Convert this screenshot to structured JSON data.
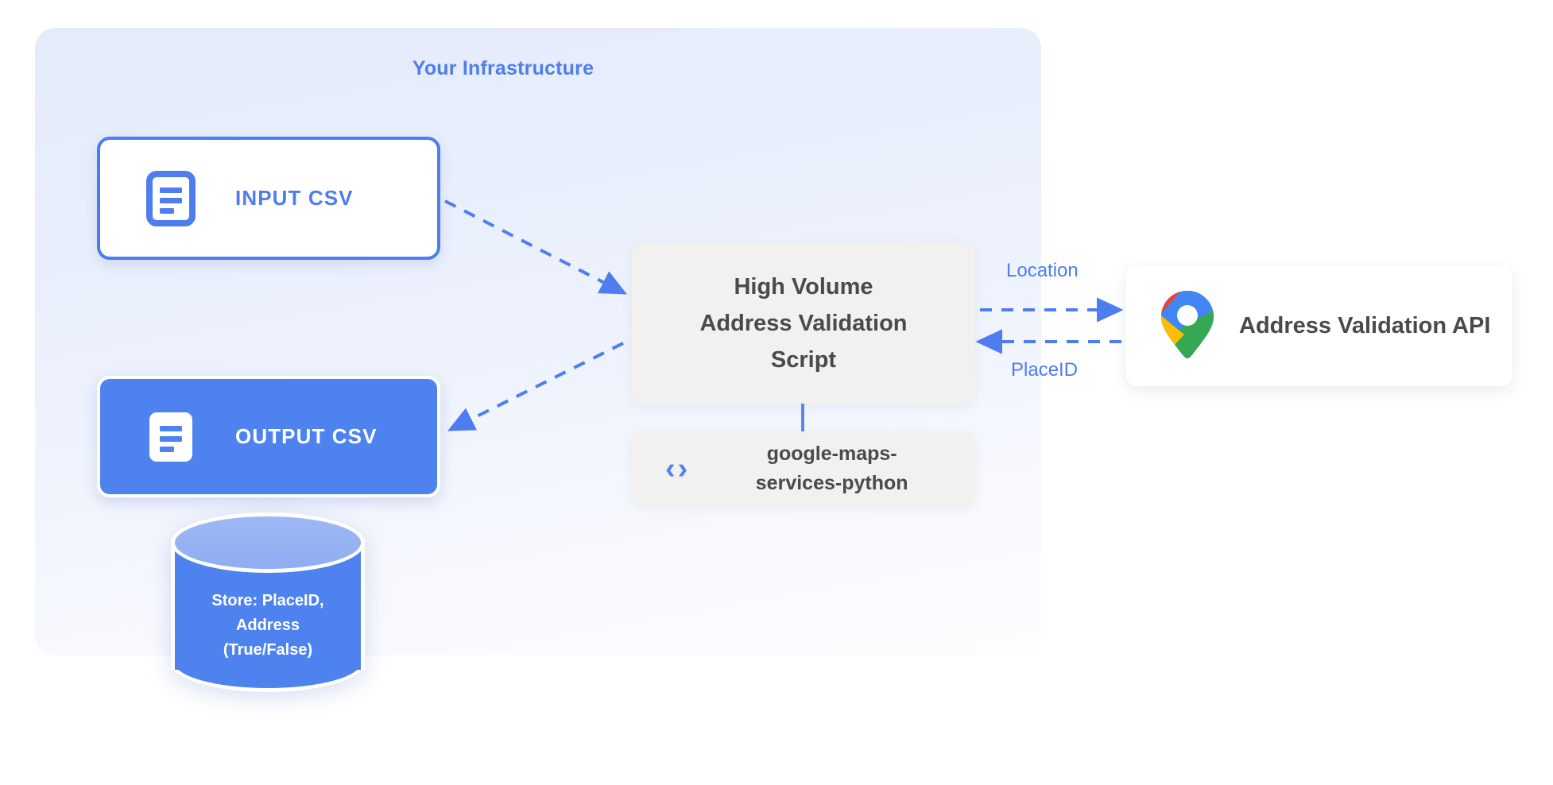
{
  "panel": {
    "title": "Your Infrastructure",
    "accent_color": "#4e7df0",
    "background_gradient_from": "#e4ebfb",
    "background_gradient_to": "#fdfdff"
  },
  "nodes": {
    "input_csv": {
      "label": "INPUT CSV",
      "icon": "document-icon",
      "border_color": "#4e7df0",
      "fill_color": "#ffffff",
      "text_color": "#4e7df0"
    },
    "output_csv": {
      "label": "OUTPUT CSV",
      "icon": "document-icon",
      "border_color": "#ffffff",
      "fill_color": "#4e83ef",
      "text_color": "#ffffff"
    },
    "database": {
      "line1": "Store: PlaceID,",
      "line2": "Address",
      "line3": "(True/False)",
      "fill_color": "#4e83ef",
      "top_color": "#9cb8f4",
      "text_color": "#ffffff"
    },
    "script": {
      "line1": "High Volume",
      "line2": "Address Validation",
      "line3": "Script",
      "fill_color": "#f2f1ef",
      "text_color": "#4a4a48"
    },
    "library": {
      "icon": "code-brackets-icon",
      "icon_glyph": "‹›",
      "line1": "google-maps-",
      "line2": "services-python",
      "fill_color": "#f2f1ef",
      "icon_color": "#4e83ef",
      "text_color": "#4a4a48"
    },
    "api": {
      "label": "Address Validation API",
      "icon": "google-maps-pin-icon",
      "fill_color": "#ffffff",
      "text_color": "#4a4a48"
    }
  },
  "edges": {
    "location_label": "Location",
    "placeid_label": "PlaceID",
    "line_color": "#4e7df0",
    "style": "dashed"
  }
}
